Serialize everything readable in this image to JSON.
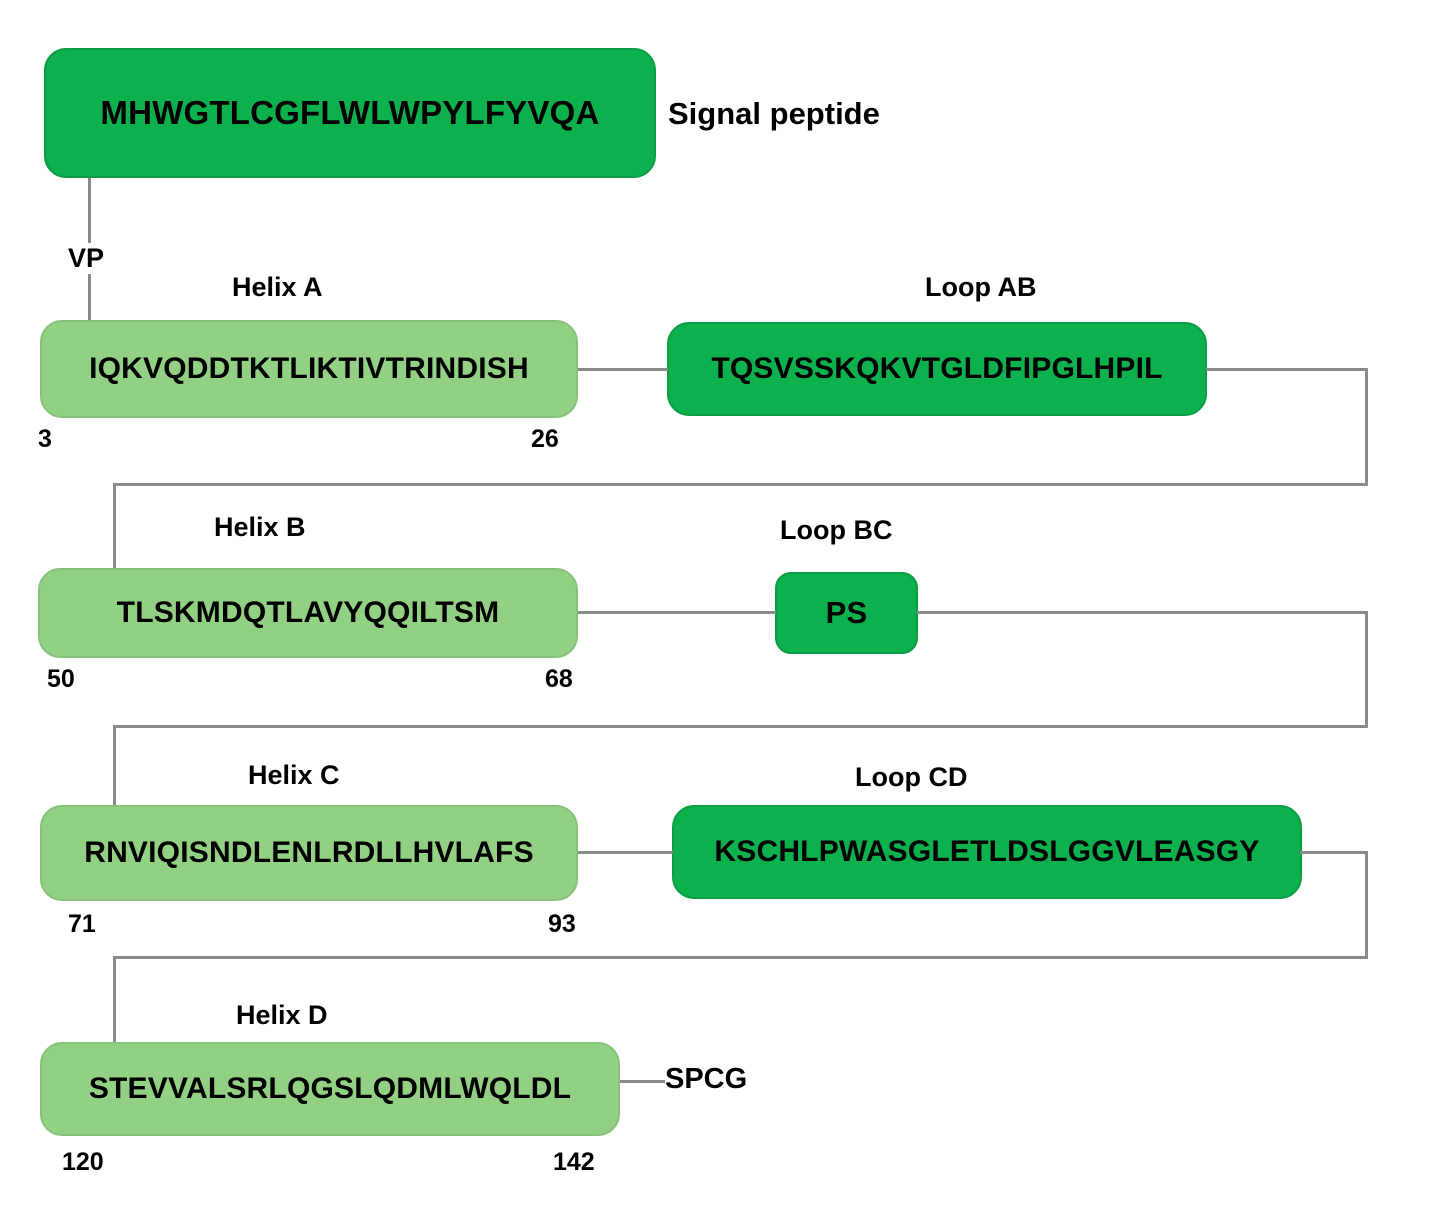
{
  "diagram": {
    "title_row": {
      "signal_peptide": {
        "sequence": "MHWGTLCGFLWLWPYLFYVQA",
        "label": "Signal peptide"
      },
      "vp_label": "VP"
    },
    "rows": [
      {
        "helix": {
          "header": "Helix A",
          "sequence": "IQKVQDDTKTLIKTIVTRINDISH",
          "start": "3",
          "end": "26"
        },
        "loop": {
          "header": "Loop AB",
          "sequence": "TQSVSSKQKVTGLDFIPGLHPIL"
        }
      },
      {
        "helix": {
          "header": "Helix B",
          "sequence": "TLSKMDQTLAVYQQILTSM",
          "start": "50",
          "end": "68"
        },
        "loop": {
          "header": "Loop BC",
          "sequence": "PS"
        }
      },
      {
        "helix": {
          "header": "Helix C",
          "sequence": "RNVIQISNDLENLRDLLHVLAFS",
          "start": "71",
          "end": "93"
        },
        "loop": {
          "header": "Loop CD",
          "sequence": "KSCHLPWASGLETLDSLGGVLEASGY"
        }
      },
      {
        "helix": {
          "header": "Helix D",
          "sequence": "STEVVALSRLQGSLQDMLWQLDL",
          "start": "120",
          "end": "142"
        },
        "tail": {
          "sequence": "SPCG"
        }
      }
    ],
    "colors": {
      "loop_fill": "#0cb04c",
      "helix_fill": "#92d183",
      "connector": "#8a8a8a",
      "text": "#000000"
    }
  }
}
